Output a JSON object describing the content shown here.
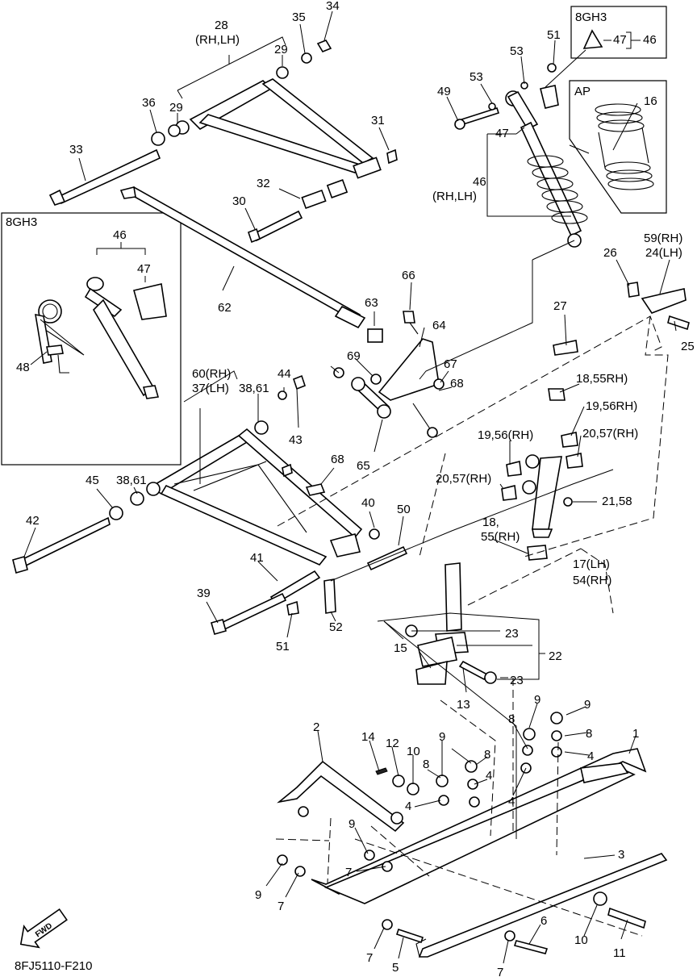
{
  "callouts": [
    {
      "text": "28"
    },
    {
      "text": "(RH,LH)"
    },
    {
      "text": "35"
    },
    {
      "text": "34"
    },
    {
      "text": "29"
    },
    {
      "text": "36"
    },
    {
      "text": "29"
    },
    {
      "text": "31"
    },
    {
      "text": "33"
    },
    {
      "text": "32"
    },
    {
      "text": "30"
    },
    {
      "text": "62"
    },
    {
      "text": "63"
    },
    {
      "text": "66"
    },
    {
      "text": "64"
    },
    {
      "text": "69"
    },
    {
      "text": "67"
    },
    {
      "text": "68"
    },
    {
      "text": "65"
    },
    {
      "text": "44"
    },
    {
      "text": "38,61"
    },
    {
      "text": "43"
    },
    {
      "text": "60(RH)"
    },
    {
      "text": "37(LH)"
    },
    {
      "text": "45"
    },
    {
      "text": "38,61"
    },
    {
      "text": "68"
    },
    {
      "text": "42"
    },
    {
      "text": "40"
    },
    {
      "text": "50"
    },
    {
      "text": "41"
    },
    {
      "text": "39"
    },
    {
      "text": "51"
    },
    {
      "text": "52"
    },
    {
      "text": "51"
    },
    {
      "text": "53"
    },
    {
      "text": "49"
    },
    {
      "text": "53"
    },
    {
      "text": "47"
    },
    {
      "text": "46"
    },
    {
      "text": "(RH,LH)"
    },
    {
      "text": "16"
    },
    {
      "text": "26"
    },
    {
      "text": "59(RH)"
    },
    {
      "text": "24(LH)"
    },
    {
      "text": "25"
    },
    {
      "text": "27"
    },
    {
      "text": "18,55RH)"
    },
    {
      "text": "19,56RH)"
    },
    {
      "text": "19,56(RH)"
    },
    {
      "text": "20,57(RH)"
    },
    {
      "text": "20,57(RH)"
    },
    {
      "text": "21,58"
    },
    {
      "text": "18,"
    },
    {
      "text": "55(RH)"
    },
    {
      "text": "17(LH)"
    },
    {
      "text": "54(RH)"
    },
    {
      "text": "23"
    },
    {
      "text": "22"
    },
    {
      "text": "15"
    },
    {
      "text": "23"
    },
    {
      "text": "13"
    },
    {
      "text": "1"
    },
    {
      "text": "9"
    },
    {
      "text": "9"
    },
    {
      "text": "8"
    },
    {
      "text": "8"
    },
    {
      "text": "4"
    },
    {
      "text": "2"
    },
    {
      "text": "14"
    },
    {
      "text": "12"
    },
    {
      "text": "10"
    },
    {
      "text": "9"
    },
    {
      "text": "8"
    },
    {
      "text": "8"
    },
    {
      "text": "4"
    },
    {
      "text": "4"
    },
    {
      "text": "4"
    },
    {
      "text": "3"
    },
    {
      "text": "9"
    },
    {
      "text": "7"
    },
    {
      "text": "9"
    },
    {
      "text": "7"
    },
    {
      "text": "6"
    },
    {
      "text": "10"
    },
    {
      "text": "11"
    },
    {
      "text": "7"
    },
    {
      "text": "5"
    },
    {
      "text": "7"
    }
  ],
  "insets": {
    "top_right_a": {
      "title": "8GH3",
      "label_a": "47",
      "label_b": "46"
    },
    "top_right_b": {
      "title": "AP"
    },
    "left": {
      "title": "8GH3",
      "label_a": "46",
      "label_b": "47",
      "label_c": "48"
    }
  },
  "footer": {
    "drawing_code": "8FJ5110-F210",
    "fwd_label": "FWD"
  }
}
